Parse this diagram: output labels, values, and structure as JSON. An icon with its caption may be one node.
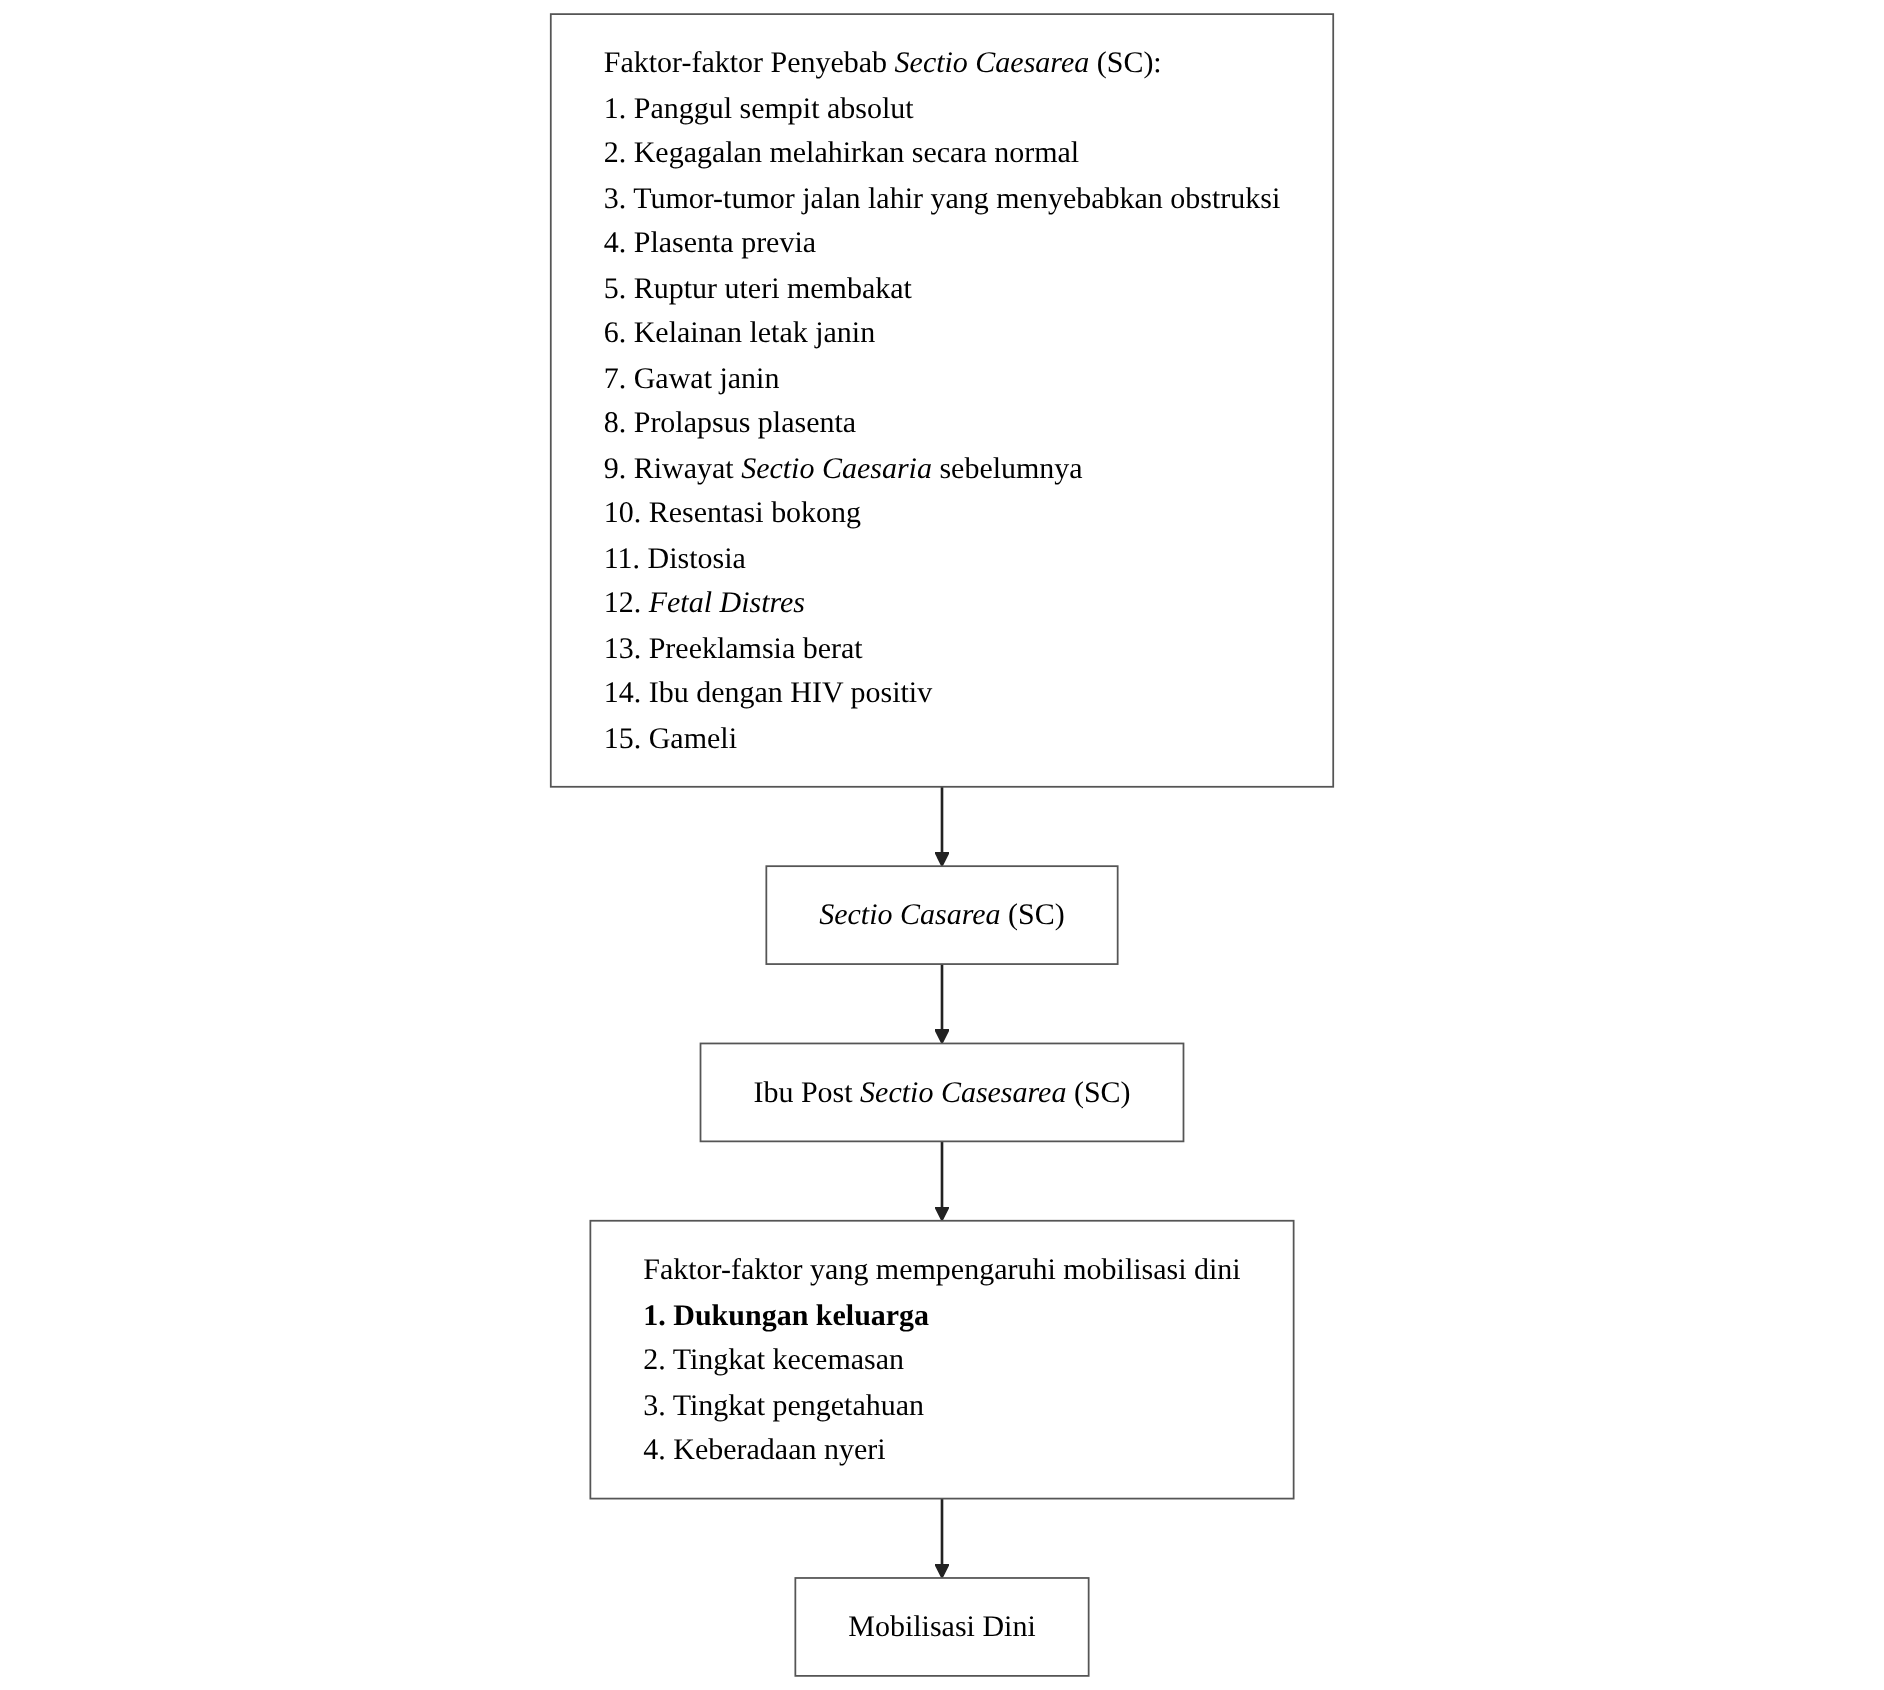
{
  "diagram": {
    "nodes": [
      {
        "text": [
          "*Sectio Casarea* (SC)"
        ]
      },
      {
        "text": [
          "Ibu Post *Sectio Casesarea* (SC)"
        ]
      },
      {
        "text": [
          "Faktor-faktor Penyebab *Sectio Caesarea* (SC):",
          "1. Panggul sempit absolut",
          "2. Kegagalan melahirkan secara normal",
          "3. Tumor-tumor jalan lahir yang menyebabkan obstruksi",
          "4. Plasenta previa",
          "5. Ruptur uteri membakat",
          "6. Kelainan letak janin",
          "7. Gawat janin",
          "8. Prolapsus plasenta",
          "9. Riwayat *Sectio Caesaria* sebelumnya",
          "10. Resentasi bokong",
          "11. Distosia",
          "12. *Fetal Distres*",
          "13. Preeklamsia berat",
          "14. Ibu dengan HIV positiv",
          "15. Gameli"
        ]
      },
      {
        "text": [
          "Faktor-faktor yang mempengaruhi mobilisasi dini",
          "**1. Dukungan keluarga**",
          "2. Tingkat kecemasan",
          "3. Tingkat pengetahuan",
          "4. Keberadaan nyeri"
        ]
      },
      {
        "text": [
          "Mobilisasi Dini"
        ]
      }
    ],
    "edges": [
      {
        "from": 2,
        "to": 0,
        "arrow": "to"
      },
      {
        "from": 0,
        "to": 1,
        "arrow": "to"
      },
      {
        "from": 1,
        "to": 3,
        "arrow": "to"
      },
      {
        "from": 3,
        "to": 4,
        "arrow": "to"
      }
    ]
  }
}
